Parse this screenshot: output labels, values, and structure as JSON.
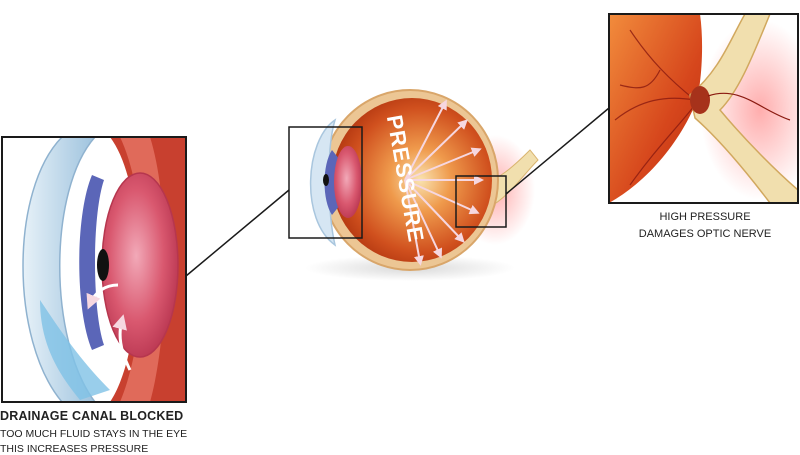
{
  "labels": {
    "pressure": "PRESSURE",
    "left_title": "DRAINAGE CANAL BLOCKED",
    "left_line1": "TOO MUCH FLUID STAYS IN THE EYE",
    "left_line2": "THIS INCREASES PRESSURE",
    "right_line1": "HIGH PRESSURE",
    "right_line2": "DAMAGES  OPTIC NERVE"
  },
  "colors": {
    "sclera": "#e9b27a",
    "choroid": "#e08a3e",
    "retina": "#cc3a14",
    "lens": "#c9445a",
    "iris": "#5b66b8",
    "cornea": "#bfd6ea",
    "nerve": "#f1dfae",
    "frame": "#1a1a1a"
  }
}
